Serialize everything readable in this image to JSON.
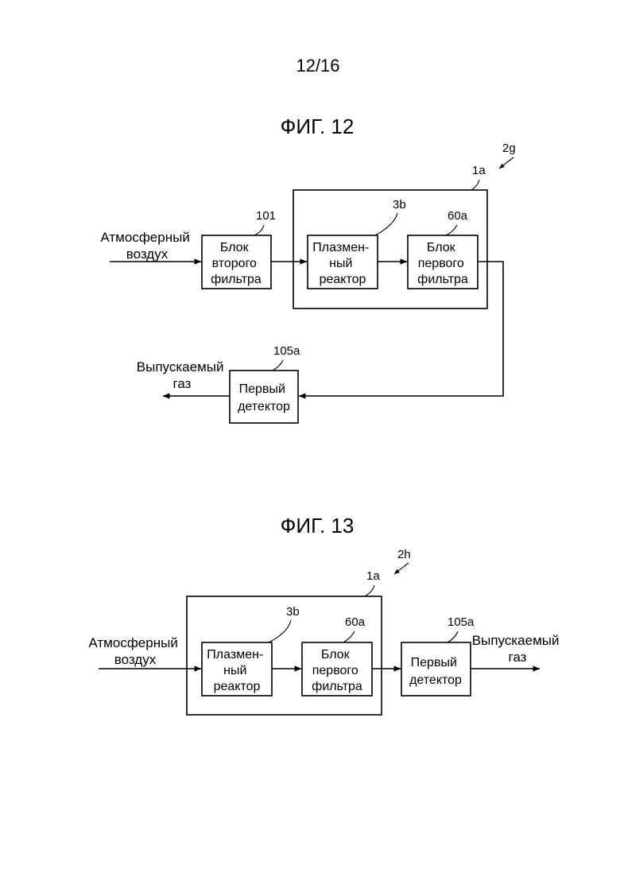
{
  "page_number": "12/16",
  "fig12": {
    "title": "ФИГ. 12",
    "ref_system": "2g",
    "ref_frame": "1a",
    "ref_second_filter": "101",
    "ref_reactor": "3b",
    "ref_first_filter": "60a",
    "ref_detector": "105a",
    "input_label": [
      "Атмосферный",
      "воздух"
    ],
    "second_filter": [
      "Блок",
      "второго",
      "фильтра"
    ],
    "reactor": [
      "Плазмен-",
      "ный",
      "реактор"
    ],
    "first_filter": [
      "Блок",
      "первого",
      "фильтра"
    ],
    "detector": [
      "Первый",
      "детектор"
    ],
    "output_label": [
      "Выпускаемый",
      "газ"
    ]
  },
  "fig13": {
    "title": "ФИГ. 13",
    "ref_system": "2h",
    "ref_frame": "1a",
    "ref_reactor": "3b",
    "ref_first_filter": "60a",
    "ref_detector": "105a",
    "input_label": [
      "Атмосферный",
      "воздух"
    ],
    "reactor": [
      "Плазмен-",
      "ный",
      "реактор"
    ],
    "first_filter": [
      "Блок",
      "первого",
      "фильтра"
    ],
    "detector": [
      "Первый",
      "детектор"
    ],
    "output_label": [
      "Выпускаемый",
      "газ"
    ]
  }
}
